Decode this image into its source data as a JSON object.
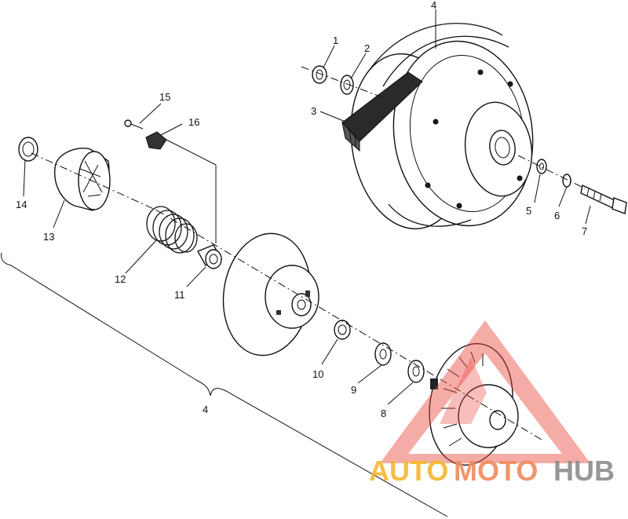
{
  "diagram": {
    "callouts": {
      "c1": "1",
      "c2": "2",
      "c3": "3",
      "c4_top": "4",
      "c5": "5",
      "c6": "6",
      "c7": "7",
      "c8": "8",
      "c9": "9",
      "c10": "10",
      "c11": "11",
      "c12": "12",
      "c13": "13",
      "c14": "14",
      "c15": "15",
      "c16": "16",
      "c4_bottom": "4"
    }
  },
  "watermark": {
    "part1": "AUTO",
    "part2": "MOTO",
    "part3": "HUB",
    "colors": {
      "auto": "#f5b82e",
      "moto": "#f08a5d",
      "hub": "#8c8c8c",
      "triangle": "#e8463b"
    }
  }
}
